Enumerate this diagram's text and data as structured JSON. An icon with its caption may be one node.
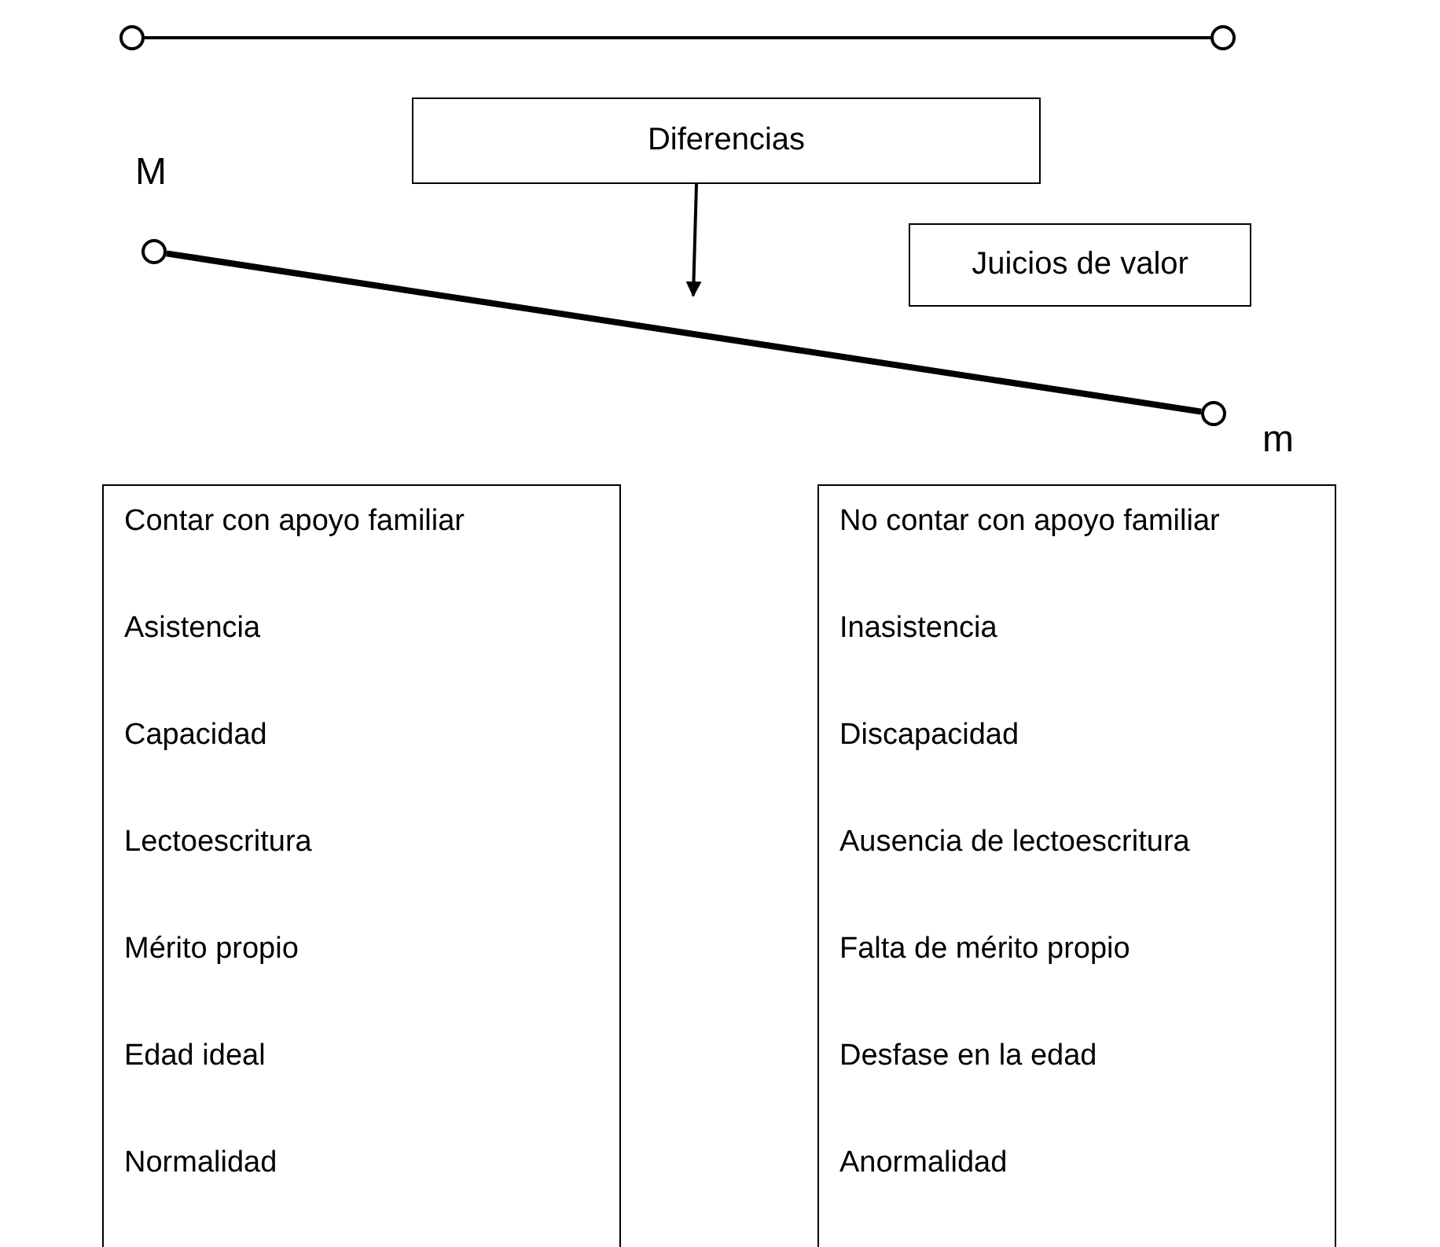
{
  "diagram": {
    "nodes": [
      {
        "text": [],
        "shape": "circle"
      },
      {
        "text": [],
        "shape": "circle"
      },
      {
        "text": [
          "Diferencias"
        ]
      },
      {
        "text": [],
        "shape": "circle",
        "beside": [
          "M"
        ]
      },
      {
        "text": [],
        "shape": "circle",
        "beside": [
          "m"
        ]
      },
      {
        "text": [
          "Juicios de valor"
        ]
      },
      {
        "text": [
          "Contar con apoyo familiar",
          "Asistencia",
          "Capacidad",
          "Lectoescritura",
          "Mérito propio",
          "Edad ideal",
          "Normalidad"
        ]
      },
      {
        "text": [
          "No contar con apoyo familiar",
          "Inasistencia",
          "Discapacidad",
          "Ausencia de lectoescritura",
          "Falta de mérito propio",
          "Desfase en la edad",
          "Anormalidad"
        ]
      }
    ],
    "edges": [
      {
        "from": 0,
        "to": 1,
        "arrow": "none"
      },
      {
        "from": 3,
        "to": 4,
        "arrow": "none",
        "style": "thick"
      },
      {
        "from": 2,
        "to": null,
        "arrow": "to"
      }
    ]
  }
}
